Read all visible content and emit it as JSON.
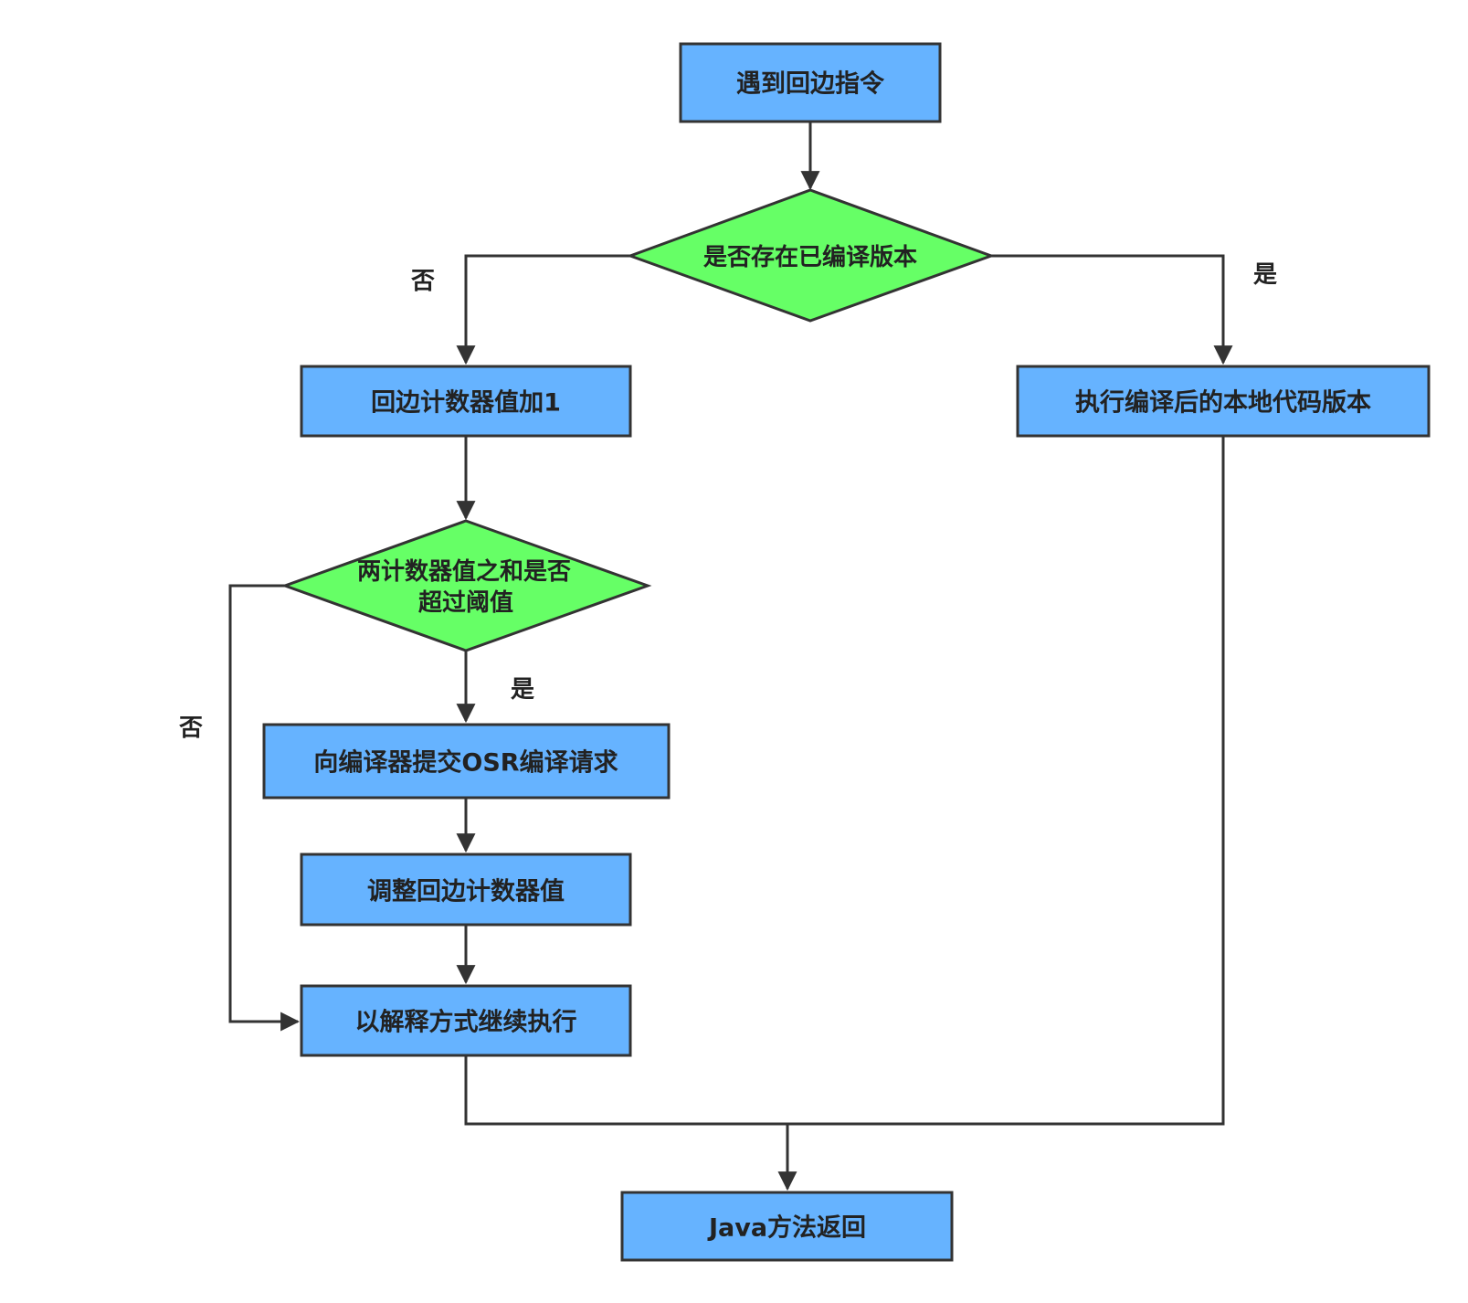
{
  "nodes": {
    "start": "遇到回边指令",
    "check_compiled": "是否存在已编译版本",
    "increment_counter": "回边计数器值加1",
    "execute_native": "执行编译后的本地代码版本",
    "check_threshold_line1": "两计数器值之和是否",
    "check_threshold_line2": "超过阈值",
    "submit_osr": "向编译器提交OSR编译请求",
    "adjust_counter": "调整回边计数器值",
    "interpret_continue": "以解释方式继续执行",
    "java_return": "Java方法返回"
  },
  "edge_labels": {
    "compiled_no": "否",
    "compiled_yes": "是",
    "threshold_yes": "是",
    "threshold_no": "否"
  },
  "colors": {
    "process_fill": "#66b3ff",
    "decision_fill": "#66ff66",
    "stroke": "#333333"
  }
}
